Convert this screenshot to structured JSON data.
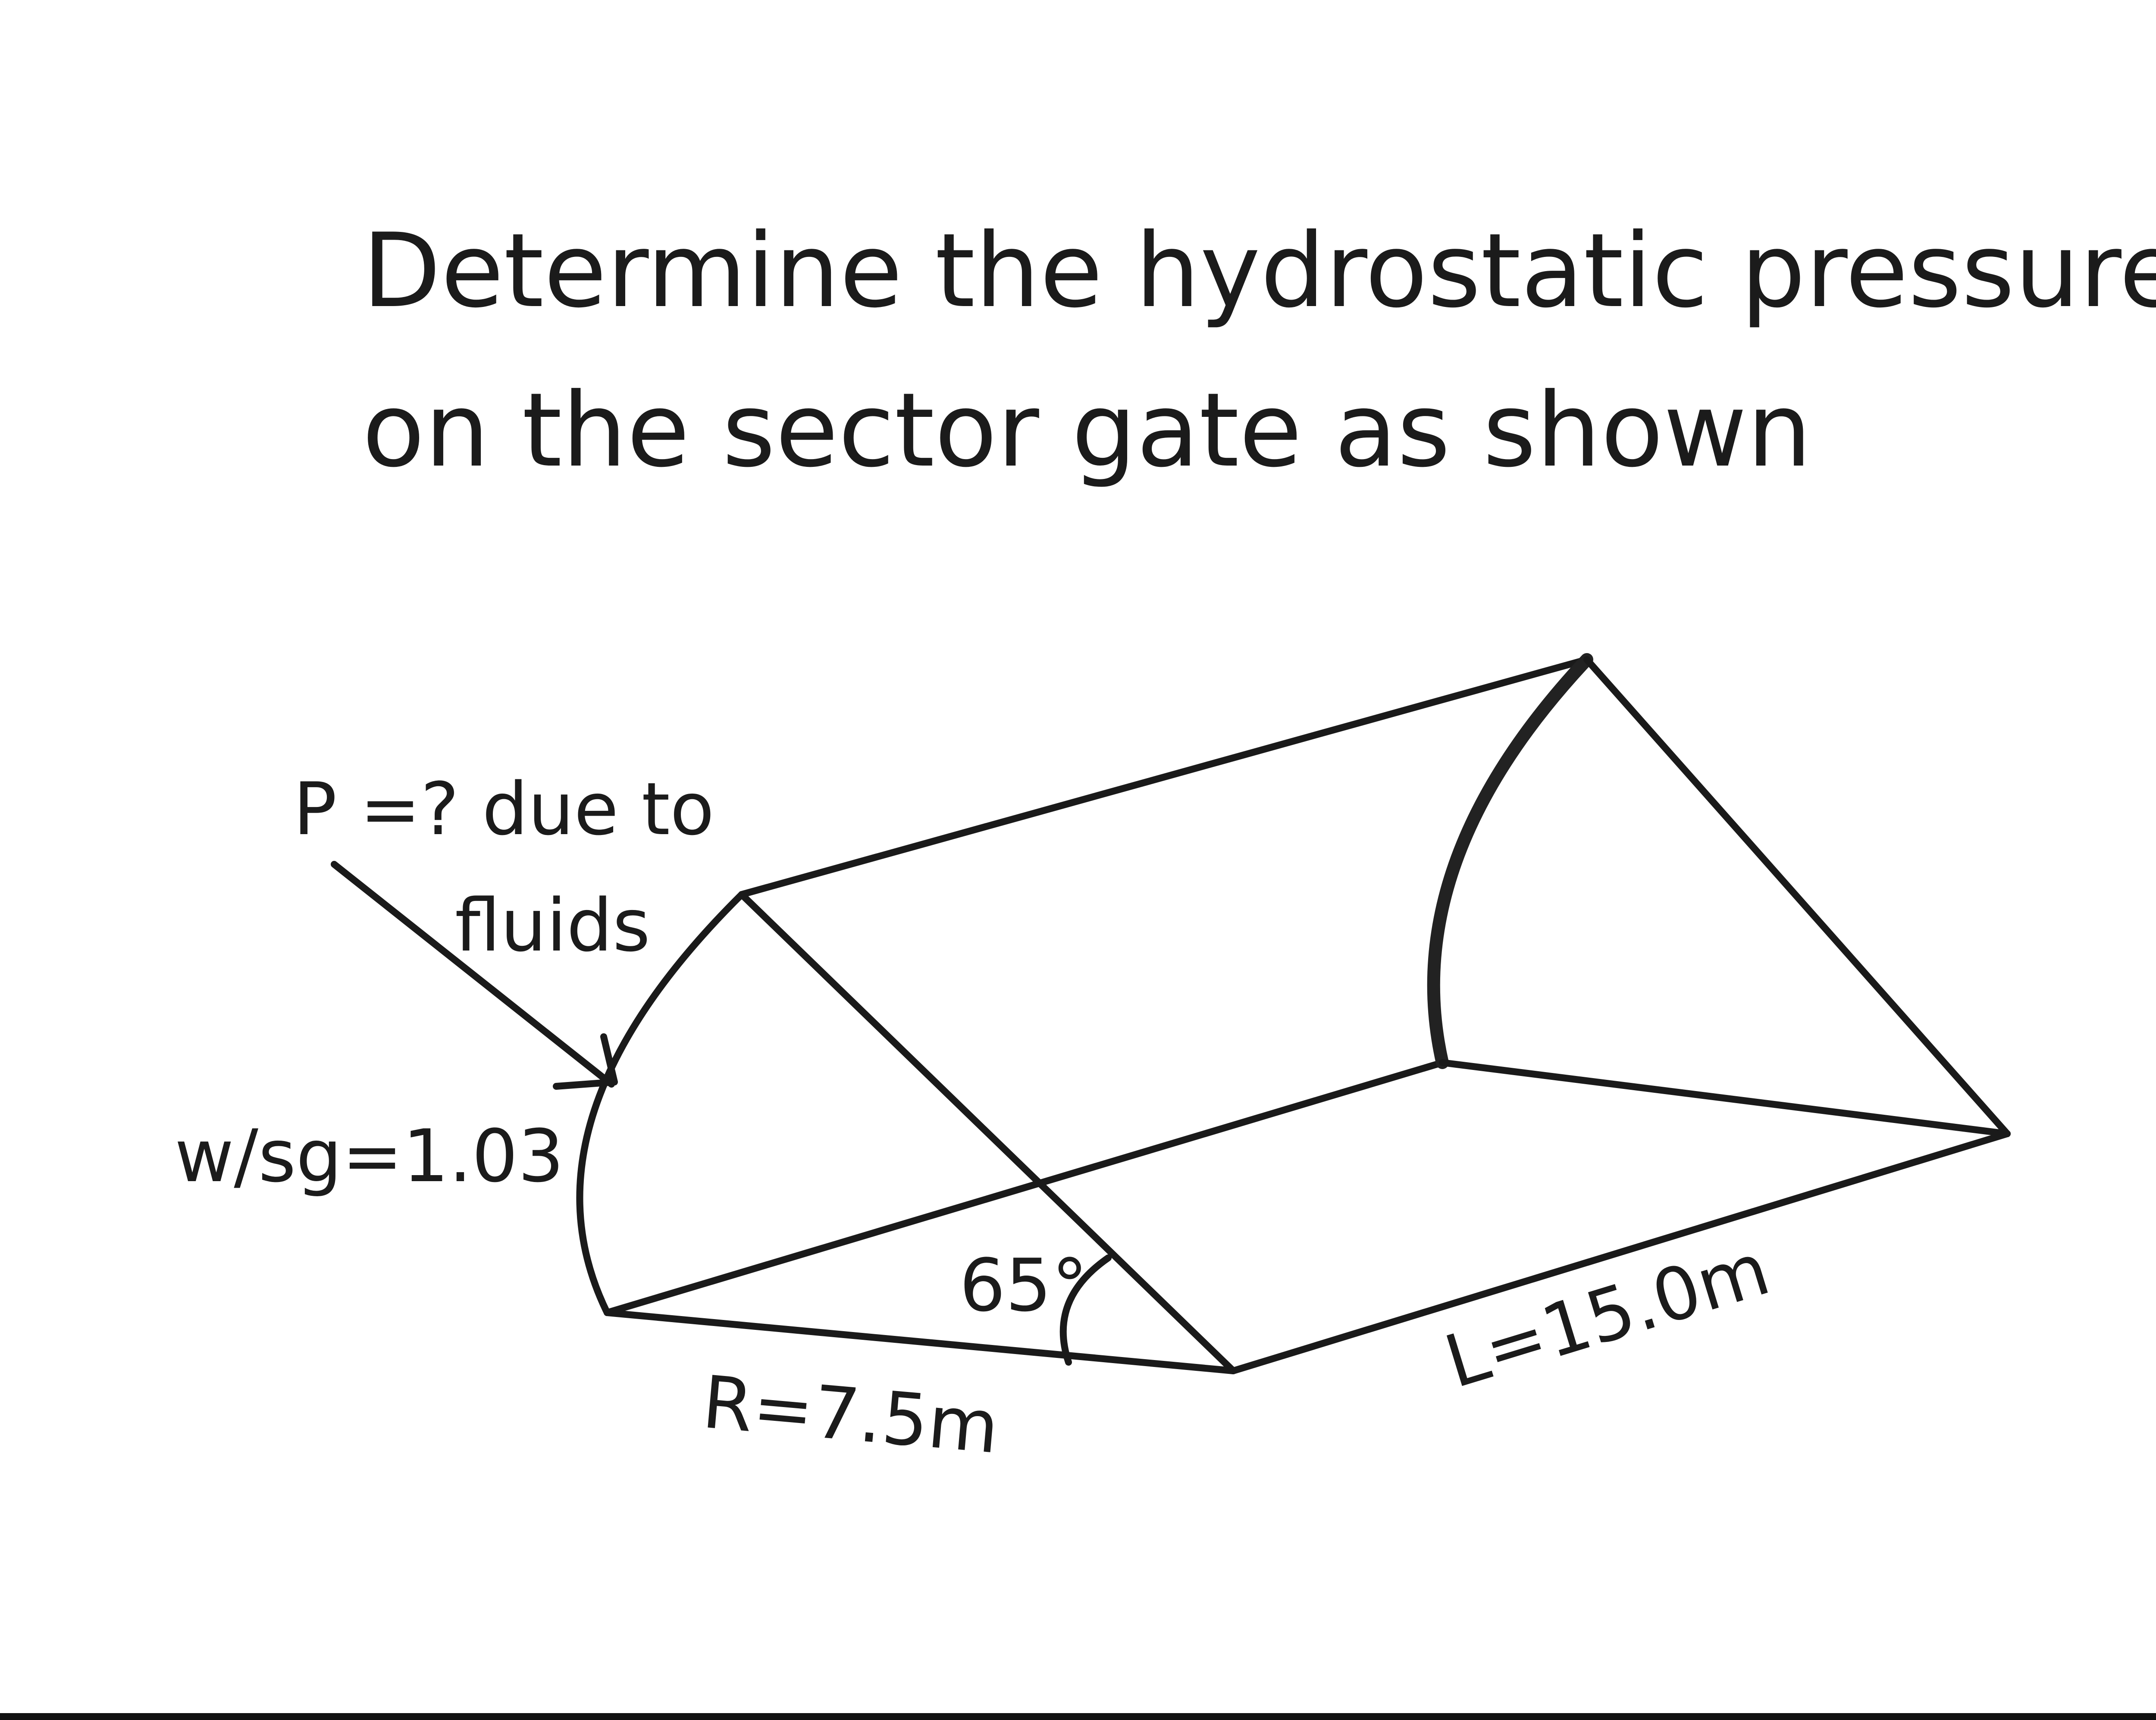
{
  "problem": {
    "line1": "Determine the hydrostatic pressure",
    "line2": "on the sector gate as shown"
  },
  "labels": {
    "pressure_line1": "P =? due to",
    "pressure_line2": "fluids",
    "fluid": "w/sg=1.03",
    "angle": "65°",
    "radius": "R=7.5m",
    "length": "L=15.0m"
  }
}
